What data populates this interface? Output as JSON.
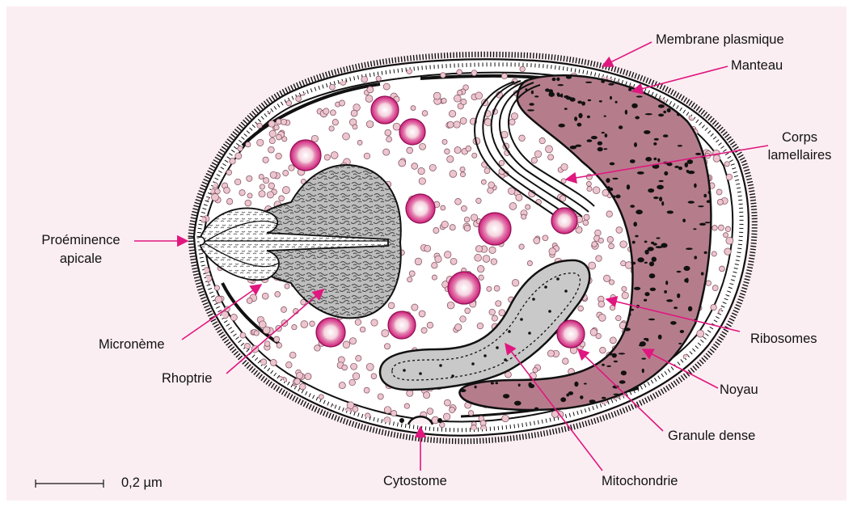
{
  "labels": {
    "membrane": "Membrane plasmique",
    "manteau": "Manteau",
    "corps_line1": "Corps",
    "corps_line2": "lamellaires",
    "proeminence_line1": "Proéminence",
    "proeminence_line2": "apicale",
    "ribosomes": "Ribosomes",
    "noyau": "Noyau",
    "micronème": "Micronème",
    "rhoptrie": "Rhoptrie",
    "granule": "Granule dense",
    "cytostome": "Cytostome",
    "mitochondrie": "Mitochondrie"
  },
  "scale_bar": {
    "label": "0,2 µm"
  },
  "colors": {
    "background": "#fbeef2",
    "cytoplasm": "#ffffff",
    "nucleus": "#b57d8c",
    "leader_arrow": "#e0177f",
    "granule_ring": "#d01e7c",
    "ribosome_fill": "#ecc5cf",
    "mitochondria": "#c9c9c9",
    "rhoptry": "#b8b8b8",
    "outline": "#111111"
  }
}
